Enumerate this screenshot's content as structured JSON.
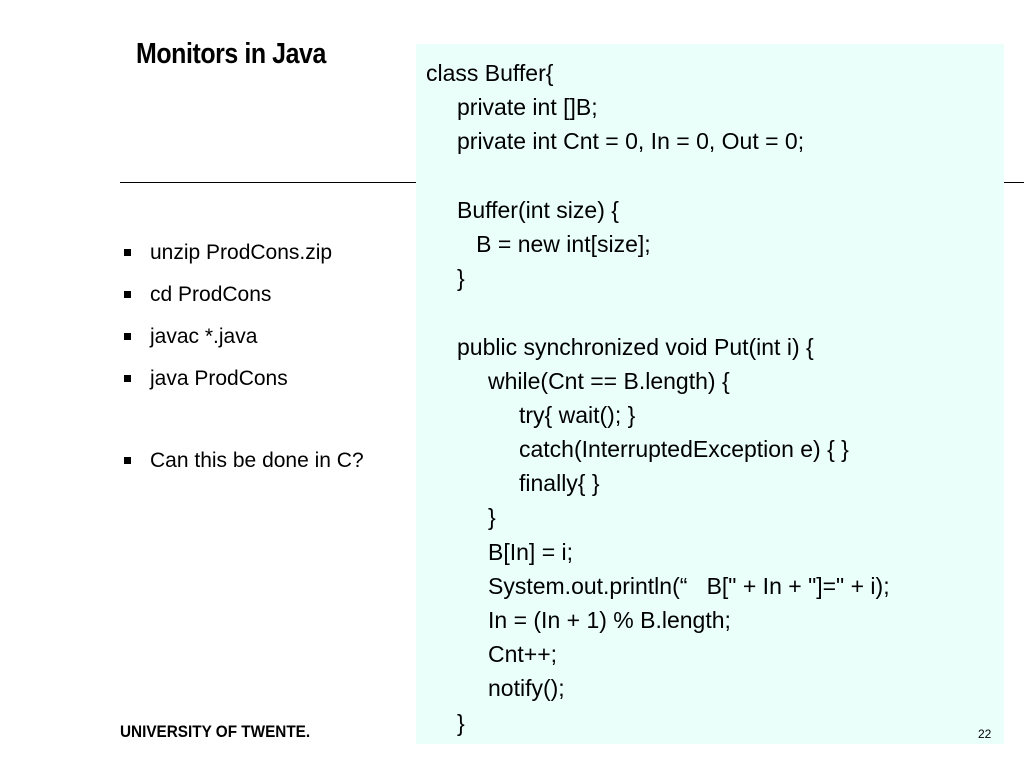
{
  "slide": {
    "title": "Monitors in Java",
    "bullets": [
      "unzip ProdCons.zip",
      "cd ProdCons",
      "javac *.java",
      "java ProdCons",
      "Can this be done in C?"
    ],
    "code_lines": [
      {
        "indent": 0,
        "text": "class Buffer{"
      },
      {
        "indent": 1,
        "text": "private int []B;"
      },
      {
        "indent": 1,
        "text": "private int Cnt = 0, In = 0, Out = 0;"
      },
      {
        "indent": 0,
        "text": ""
      },
      {
        "indent": 1,
        "text": "Buffer(int size) {"
      },
      {
        "indent": 1,
        "text": "   B = new int[size];"
      },
      {
        "indent": 1,
        "text": "}"
      },
      {
        "indent": 0,
        "text": ""
      },
      {
        "indent": 1,
        "text": "public synchronized void Put(int i) {"
      },
      {
        "indent": 2,
        "text": "while(Cnt == B.length) {"
      },
      {
        "indent": 3,
        "text": "try{ wait(); }"
      },
      {
        "indent": 3,
        "text": "catch(InterruptedException e) { }"
      },
      {
        "indent": 3,
        "text": "finally{ }"
      },
      {
        "indent": 2,
        "text": "}"
      },
      {
        "indent": 2,
        "text": "B[In] = i;"
      },
      {
        "indent": 2,
        "text": "System.out.println(“   B[\" + In + \"]=\" + i);"
      },
      {
        "indent": 2,
        "text": "In = (In + 1) % B.length;"
      },
      {
        "indent": 2,
        "text": "Cnt++;"
      },
      {
        "indent": 2,
        "text": "notify();"
      },
      {
        "indent": 1,
        "text": "}"
      }
    ],
    "footer_logo": "UNIVERSITY OF TWENTE.",
    "page_number": "22"
  },
  "colors": {
    "code_background": "#eafff9",
    "text": "#000000"
  }
}
